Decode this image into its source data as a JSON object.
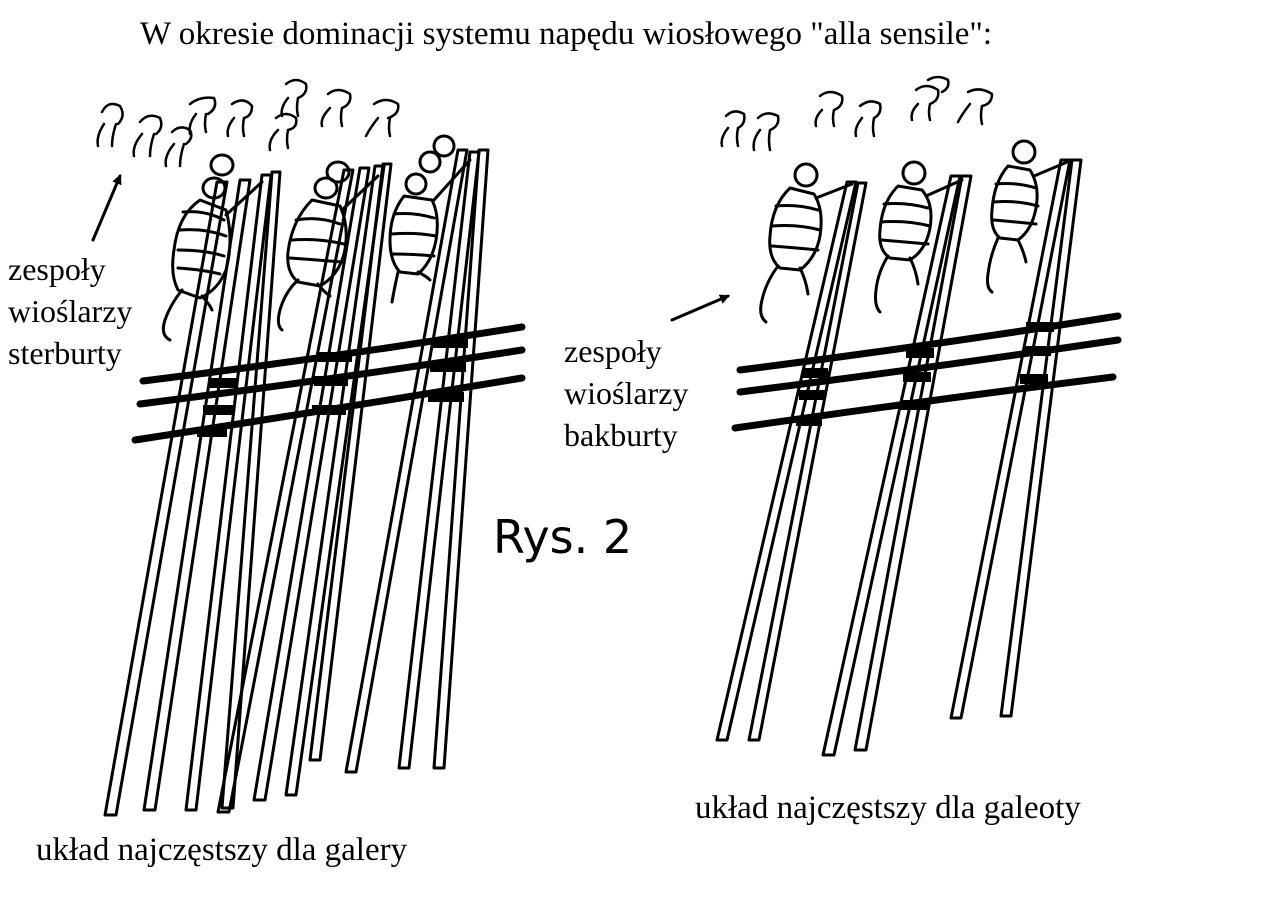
{
  "title": "W okresie dominacji systemu napędu wiosłowego \"alla sensile\":",
  "labels": {
    "starboard_teams": "zespoły\nwioślarzy\nsterburty",
    "port_teams": "zespoły\nwioślarzy\nbakburty"
  },
  "figure_label": "Rys. 2",
  "captions": {
    "galley": "układ najczęstszy dla galery",
    "galeota": "układ najczęstszy dla galeoty"
  },
  "colors": {
    "ink": "#000000",
    "paper": "#ffffff"
  }
}
